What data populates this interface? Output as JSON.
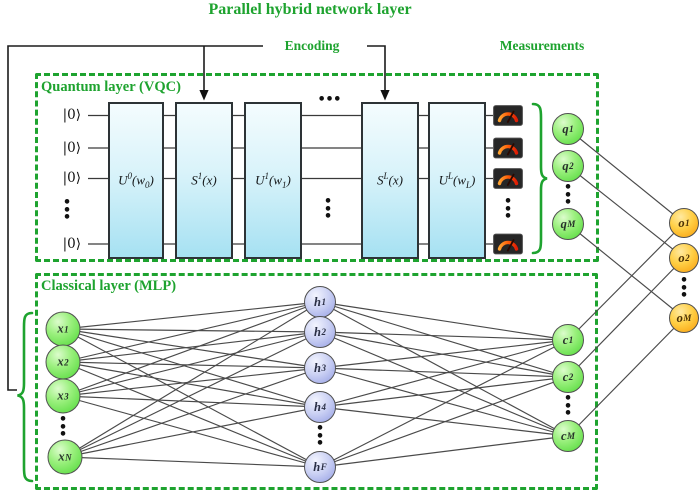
{
  "title": "Parallel hybrid network layer",
  "labels": {
    "encoding": "Encoding",
    "measurements": "Measurements",
    "quantum_box": "Quantum layer (VQC)",
    "classical_box": "Classical layer (MLP)"
  },
  "colors": {
    "accent_green": "#1ea32f",
    "gate_blue_top": "#f4fcfe",
    "gate_blue_bottom": "#a6e1f2",
    "node_green": "#6ee254",
    "node_purple": "#a3ace8",
    "node_orange": "#fbae1e",
    "edge_gray": "#4a4a4a",
    "gauge_bg": "#262626"
  },
  "quantum": {
    "kets": [
      "|0⟩",
      "|0⟩",
      "|0⟩",
      "|0⟩"
    ],
    "gates": [
      {
        "base": "U",
        "sup": "0",
        "arg_pre": "(w",
        "arg_sub": "0",
        "arg_post": ")"
      },
      {
        "base": "S",
        "sup": "1",
        "arg_pre": "(x)",
        "arg_sub": "",
        "arg_post": ""
      },
      {
        "base": "U",
        "sup": "1",
        "arg_pre": "(w",
        "arg_sub": "1",
        "arg_post": ")"
      },
      {
        "base": "S",
        "sup": "L",
        "arg_pre": "(x)",
        "arg_sub": "",
        "arg_post": ""
      },
      {
        "base": "U",
        "sup": "L",
        "arg_pre": "(w",
        "arg_sub": "L",
        "arg_post": ")"
      }
    ]
  },
  "nodes": {
    "x": [
      {
        "base": "x",
        "sub": "1"
      },
      {
        "base": "x",
        "sub": "2"
      },
      {
        "base": "x",
        "sub": "3"
      },
      {
        "base": "x",
        "sub": "N"
      }
    ],
    "h": [
      {
        "base": "h",
        "sub": "1"
      },
      {
        "base": "h",
        "sub": "2"
      },
      {
        "base": "h",
        "sub": "3"
      },
      {
        "base": "h",
        "sub": "4"
      },
      {
        "base": "h",
        "sub": "F"
      }
    ],
    "c": [
      {
        "base": "c",
        "sub": "1"
      },
      {
        "base": "c",
        "sub": "2"
      },
      {
        "base": "c",
        "sub": "M"
      }
    ],
    "q": [
      {
        "base": "q",
        "sub": "1"
      },
      {
        "base": "q",
        "sub": "2"
      },
      {
        "base": "q",
        "sub": "M"
      }
    ],
    "o": [
      {
        "base": "o",
        "sub": "1"
      },
      {
        "base": "o",
        "sub": "2"
      },
      {
        "base": "o",
        "sub": "M"
      }
    ]
  },
  "dots": {
    "v": "•\n•\n•",
    "h": "• • •"
  }
}
